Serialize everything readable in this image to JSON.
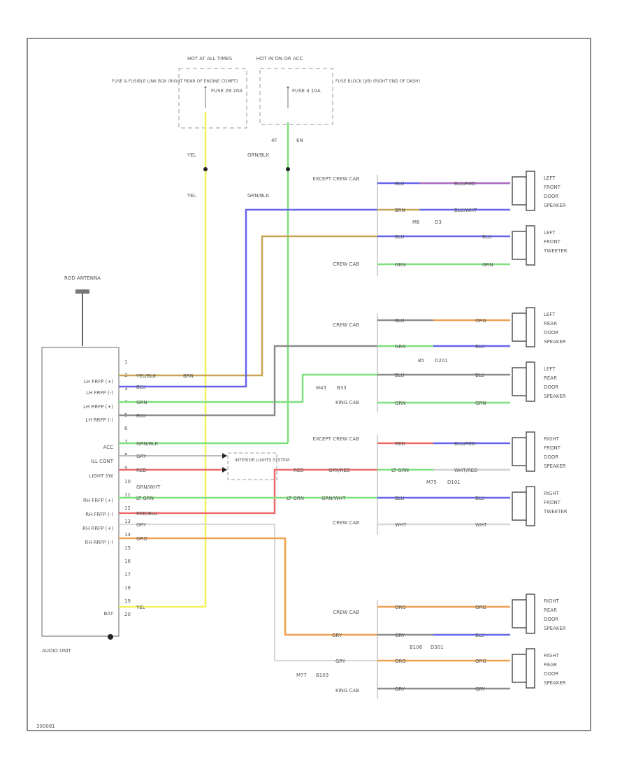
{
  "fuse_boxes": {
    "left": {
      "hot_label": "HOT AT ALL TIMES",
      "location": "FUSE & FUSIBLE LINK BOX (RIGHT REAR OF ENGINE COMPT)",
      "fuse": "FUSE 28 20A"
    },
    "right": {
      "hot_label": "HOT IN ON OR ACC",
      "location": "FUSE BLOCK (J/B) (RIGHT END OF DASH)",
      "fuse": "FUSE 4 10A"
    }
  },
  "wires_top": {
    "left": "YEL",
    "right": "GRN/BLK",
    "conn_a": "4F",
    "conn_b": "6N"
  },
  "antenna": "ROD ANTENNA",
  "audio_unit": {
    "title": "AUDIO UNIT",
    "pins": [
      "LH FRFP (+)",
      "LH FRFP (-)",
      "LH RRFP (+)",
      "LH RRFP (-)",
      "ACC",
      "ILL CONT",
      "LIGHT SW",
      "RH FRFP (+)",
      "RH FRFP (-)",
      "RH RRFP (+)",
      "RH RRFP (-)",
      "BAT"
    ],
    "pin_numbers": [
      "1",
      "2",
      "3",
      "4",
      "5",
      "6",
      "7",
      "8",
      "9",
      "10",
      "11",
      "12",
      "13",
      "14",
      "15",
      "16",
      "17",
      "18",
      "19",
      "20"
    ]
  },
  "interior": "INTERIOR LIGHTS SYSTEM",
  "speakers": [
    {
      "name": "LEFT FRONT DOOR SPEAKER"
    },
    {
      "name": "LEFT FRONT TWEETER"
    },
    {
      "name": "LEFT REAR DOOR SPEAKER"
    },
    {
      "name": "LEFT REAR DOOR SPEAKER"
    },
    {
      "name": "RIGHT FRONT DOOR SPEAKER"
    },
    {
      "name": "RIGHT FRONT TWEETER"
    },
    {
      "name": "RIGHT REAR DOOR SPEAKER"
    },
    {
      "name": "RIGHT REAR DOOR SPEAKER"
    }
  ],
  "cab_labels": {
    "except_crew": "EXCEPT CREW CAB",
    "crew": "CREW CAB",
    "king": "KING CAB"
  },
  "connectors": [
    "M6",
    "D3",
    "B5",
    "D201",
    "M43",
    "B33",
    "M75",
    "D101",
    "B106",
    "D301",
    "M77",
    "B103"
  ],
  "wire_colors": {
    "blu": "BLU",
    "grn": "GRN",
    "gry": "GRY",
    "brn": "BRN",
    "red": "RED",
    "wht": "WHT",
    "org": "ORG",
    "blu_red": "BLU/RED",
    "blu_wht": "BLU/WHT",
    "lt_grn": "LT GRN",
    "grn_wht": "GRN/WHT",
    "red_blu": "RED/BLU",
    "yel_blk": "YEL/BLK",
    "gry_red": "GRY/RED",
    "wht_red": "WHT/RED"
  },
  "footer_id": "300081",
  "colors": {
    "yellow": "#f2f25a",
    "green": "#7fe07f",
    "blue": "#6464ee",
    "tan": "#c8a452",
    "gray": "#8c8c8c",
    "red": "#ee6a6a",
    "orange": "#f0a050",
    "white_wire": "#d8d8d8"
  }
}
